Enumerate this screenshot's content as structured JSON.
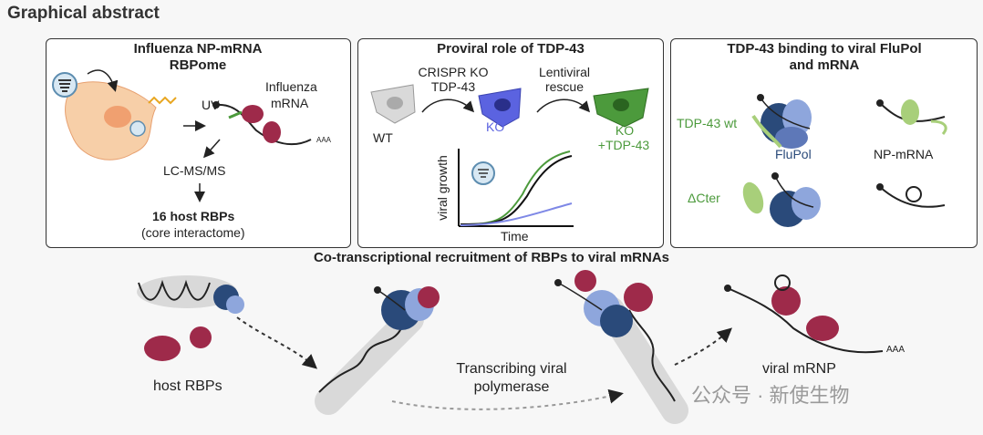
{
  "heading": "Graphical abstract",
  "panels": [
    {
      "title": "Influenza NP-mRNA RBPome",
      "labels": {
        "uv": "UV",
        "influenza": "Influenza",
        "mrna": "mRNA",
        "aaa": "AAA",
        "lcms": "LC-MS/MS",
        "host": "16 host RBPs",
        "core": "(core interactome)"
      }
    },
    {
      "title": "Proviral role of TDP-43",
      "labels": {
        "crispr1": "CRISPR KO",
        "crispr2": "TDP-43",
        "lenti1": "Lentiviral",
        "lenti2": "rescue",
        "wt": "WT",
        "ko": "KO",
        "ko2a": "KO",
        "ko2b": "+TDP-43",
        "ylabel": "viral growth",
        "xlabel": "Time"
      }
    },
    {
      "title": "TDP-43 binding to viral FluPol and mRNA",
      "labels": {
        "wt": "TDP-43 wt",
        "flupol": "FluPol",
        "npmrna": "NP-mRNA",
        "dcter": "ΔCter"
      }
    }
  ],
  "bottom": {
    "title": "Co-transcriptional recruitment of RBPs to viral mRNAs",
    "host": "host RBPs",
    "transcribing1": "Transcribing viral",
    "transcribing2": "polymerase",
    "mrnp": "viral mRNP",
    "aaa": "AAA"
  },
  "watermark": "公众号 · 新使生物",
  "colors": {
    "wt_cell": "#d9d9d9",
    "ko_cell": "#5b63e0",
    "rescue_cell": "#4c9a3c",
    "host_cell": "#f7cfa8",
    "rbp": "#9e2a4a",
    "flupol_dark": "#2a4a7a",
    "flupol_light": "#8ea6dc",
    "tdp43": "#a8cf7a"
  }
}
